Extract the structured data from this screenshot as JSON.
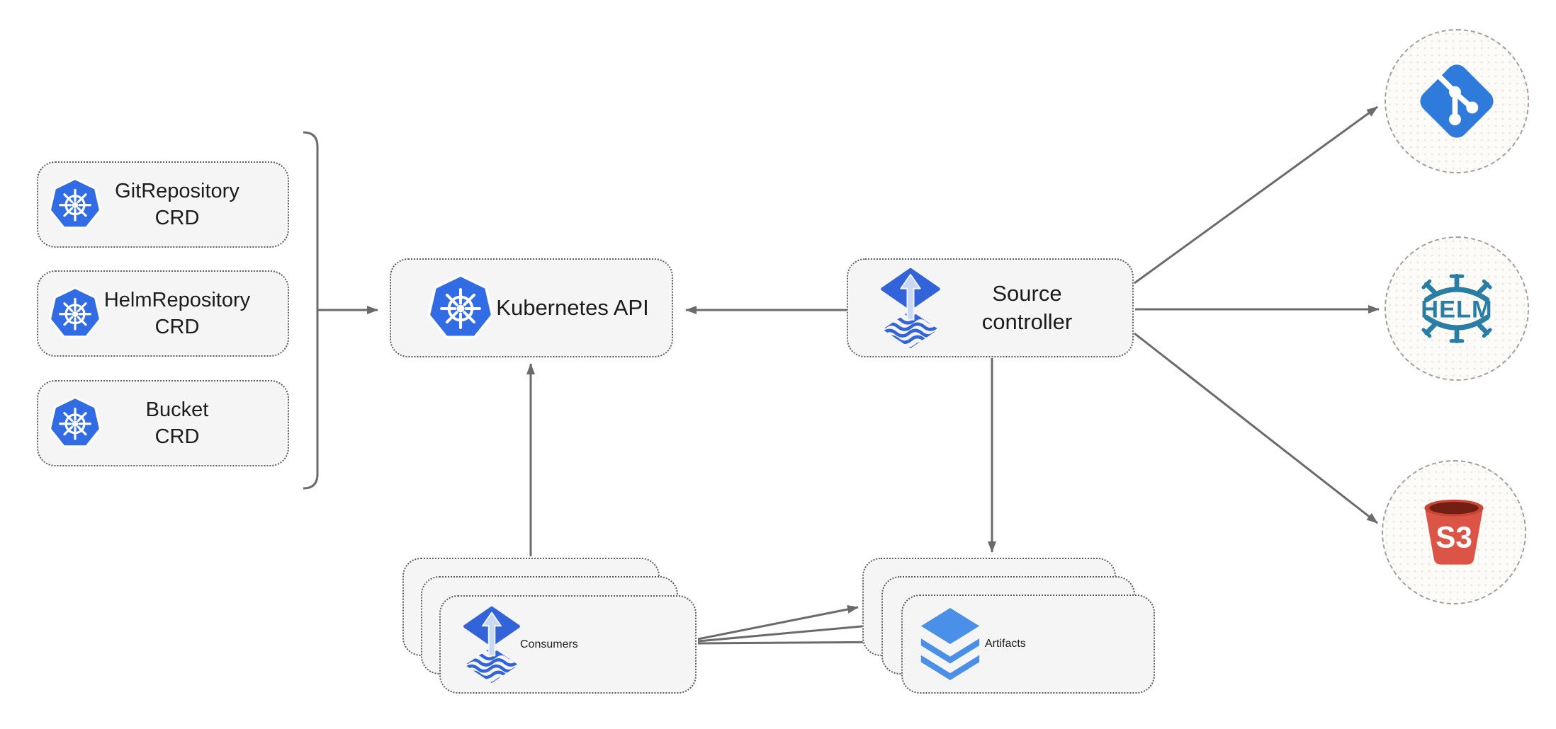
{
  "diagram": {
    "nodes": {
      "crd_git": {
        "line1": "GitRepository",
        "line2": "CRD",
        "icon": "kubernetes-icon"
      },
      "crd_helm": {
        "line1": "HelmRepository",
        "line2": "CRD",
        "icon": "kubernetes-icon"
      },
      "crd_bucket": {
        "line1": "Bucket",
        "line2": "CRD",
        "icon": "kubernetes-icon"
      },
      "kubernetes_api": {
        "label": "Kubernetes API",
        "icon": "kubernetes-icon"
      },
      "source_controller": {
        "line1": "Source",
        "line2": "controller",
        "icon": "flux-icon"
      },
      "consumers": {
        "label": "Consumers",
        "icon": "flux-icon",
        "stack_count": 3
      },
      "artifacts": {
        "label": "Artifacts",
        "icon": "layers-icon",
        "stack_count": 3
      },
      "git_remote": {
        "icon": "git-icon"
      },
      "helm_repository": {
        "icon": "helm-icon",
        "logo_text": "HELM"
      },
      "s3_bucket": {
        "icon": "s3-icon",
        "logo_text": "S3"
      }
    },
    "edges": [
      {
        "from": "crd-group-bracket",
        "to": "kubernetes_api"
      },
      {
        "from": "source_controller",
        "to": "kubernetes_api"
      },
      {
        "from": "consumers",
        "to": "kubernetes_api"
      },
      {
        "from": "source_controller",
        "to": "artifacts"
      },
      {
        "from": "source_controller",
        "to": "git_remote"
      },
      {
        "from": "source_controller",
        "to": "helm_repository"
      },
      {
        "from": "source_controller",
        "to": "s3_bucket"
      },
      {
        "from": "consumers",
        "to": "artifacts",
        "count": 3
      }
    ],
    "colors": {
      "kubernetes_blue": "#326CE5",
      "flux_blue": "#3263D9",
      "flux_arrow_light": "#C9D8F5",
      "git_blue": "#2E7BDC",
      "helm_teal": "#2A7DA3",
      "s3_red": "#DC5446",
      "s3_rim": "#C74634",
      "s3_dark": "#731E12",
      "layers_blue": "#4A90E8",
      "line_gray": "#6B6B6B",
      "node_fill": "#F5F5F5",
      "node_border": "#5F5F5F",
      "circle_border": "#A0A0A0"
    }
  }
}
